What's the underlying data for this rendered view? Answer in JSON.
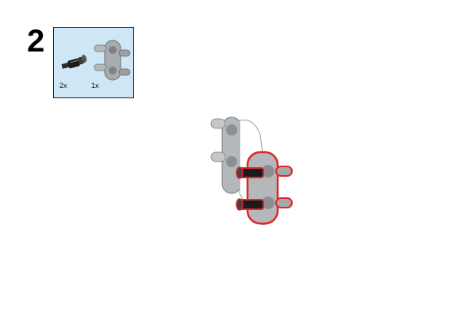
{
  "step": {
    "number": "2"
  },
  "parts_list": {
    "items": [
      {
        "icon": "axle-pin-icon",
        "quantity": "2x"
      },
      {
        "icon": "pin-connector-icon",
        "quantity": "1x"
      }
    ],
    "background_color": "#cfe6f7",
    "border_color": "#1a1a1a"
  },
  "assembly": {
    "icon": "assembly-step-2-icon",
    "highlight_color": "#e0262a",
    "part_colors": {
      "light_gray": "#a9acae",
      "white": "#ffffff",
      "black": "#1b1b1b",
      "dark_gray": "#6d6f71"
    }
  }
}
